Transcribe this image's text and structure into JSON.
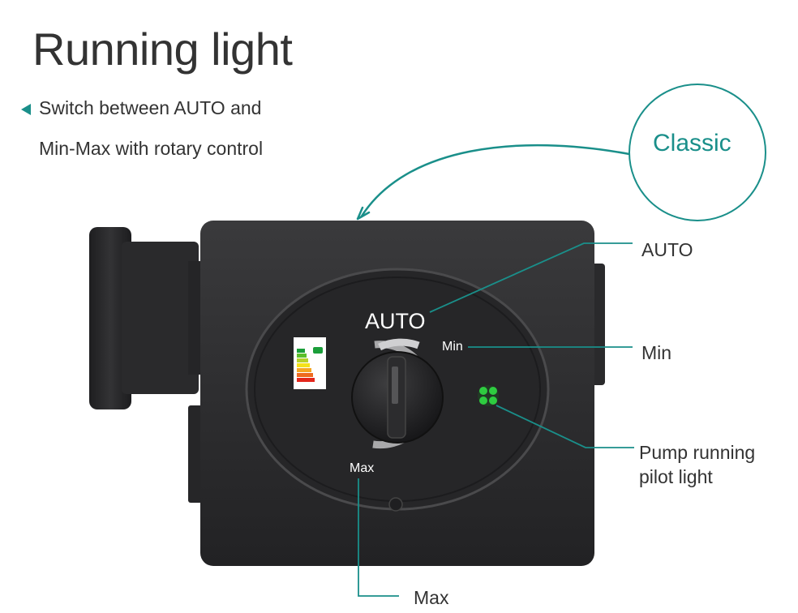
{
  "title": "Running light",
  "bullet": {
    "line1": "Switch between AUTO and",
    "line2": "Min-Max with rotary control"
  },
  "badge": {
    "label": "Classic"
  },
  "device_labels": {
    "auto": "AUTO",
    "min": "Min",
    "max": "Max"
  },
  "callouts": {
    "auto": "AUTO",
    "min": "Min",
    "pilot_line1": "Pump running",
    "pilot_line2": "pilot light",
    "max": "Max"
  },
  "colors": {
    "accent": "#1a8f8a",
    "device_body": "#2b2b2d",
    "pilot_led": "#2ecc40"
  }
}
